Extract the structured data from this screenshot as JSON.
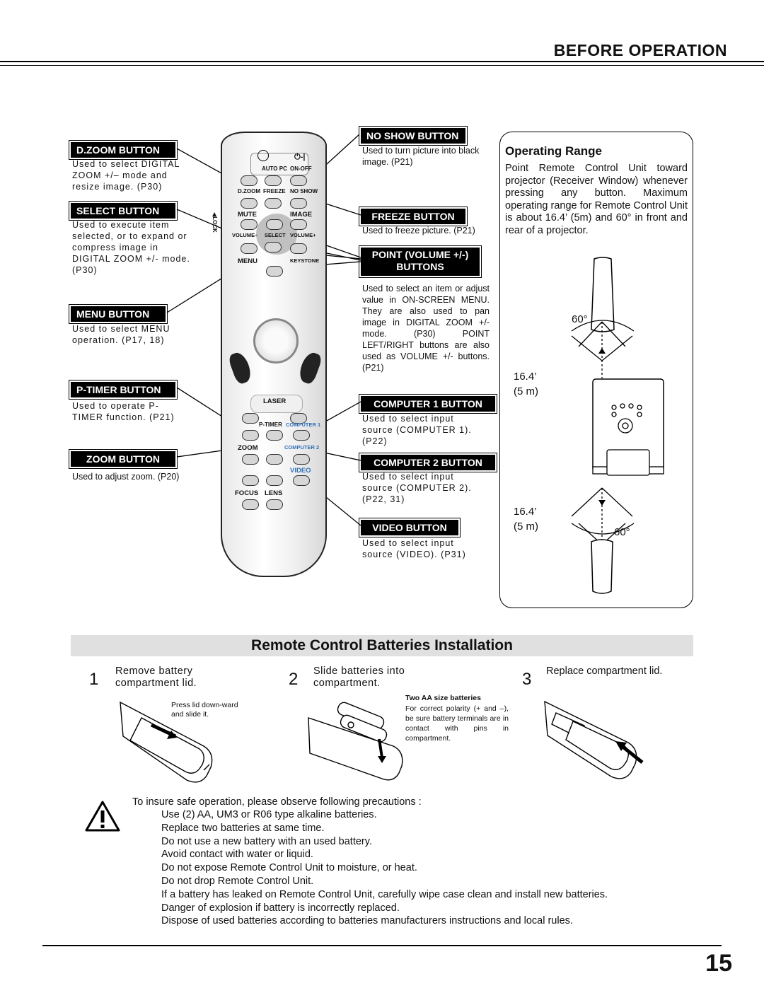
{
  "header": {
    "title": "BEFORE OPERATION"
  },
  "left_labels": {
    "dzoom": {
      "label": "D.ZOOM BUTTON",
      "desc": "Used to select DIGITAL ZOOM +/– mode and resize image. (P30)"
    },
    "select": {
      "label": "SELECT BUTTON",
      "desc": "Used to execute item selected, or to expand or compress image in DIGITAL ZOOM +/- mode. (P30)"
    },
    "menu": {
      "label": "MENU BUTTON",
      "desc": "Used to select MENU operation. (P17, 18)"
    },
    "ptimer": {
      "label": "P-TIMER BUTTON",
      "desc": "Used to operate P-TIMER function. (P21)"
    },
    "zoom": {
      "label": "ZOOM BUTTON",
      "desc": "Used to adjust zoom. (P20)"
    }
  },
  "right_labels": {
    "noshow": {
      "label": "NO SHOW BUTTON",
      "desc": "Used to turn picture into black image. (P21)"
    },
    "freeze": {
      "label": "FREEZE BUTTON",
      "desc": "Used to freeze picture. (P21)"
    },
    "point": {
      "label_line1": "POINT (VOLUME +/-)",
      "label_line2": "BUTTONS",
      "desc": "Used to select an item or adjust value in ON-SCREEN MENU. They are also used to pan image in DIGITAL ZOOM +/- mode. (P30) POINT LEFT/RIGHT buttons are also used as VOLUME +/- buttons. (P21)"
    },
    "computer1": {
      "label": "COMPUTER 1 BUTTON",
      "desc": "Used to select input source (COMPUTER 1). (P22)"
    },
    "computer2": {
      "label": "COMPUTER 2 BUTTON",
      "desc": "Used to select input source (COMPUTER 2). (P22, 31)"
    },
    "video": {
      "label": "VIDEO BUTTON",
      "desc": "Used to select input source (VIDEO). (P31)"
    }
  },
  "remote": {
    "auto_pc": "AUTO PC",
    "on_off": "ON-OFF",
    "dzoom": "D.ZOOM",
    "freeze": "FREEZE",
    "noshow": "NO SHOW",
    "mute": "MUTE",
    "image": "IMAGE",
    "lock": "◀LOCK",
    "volume_minus": "VOLUME–",
    "select": "SELECT",
    "volume_plus": "VOLUME+",
    "menu": "MENU",
    "keystone": "KEYSTONE",
    "laser": "LASER",
    "ptimer": "P-TIMER",
    "computer1": "COMPUTER 1",
    "zoom": "ZOOM",
    "computer2": "COMPUTER 2",
    "video": "VIDEO",
    "focus": "FOCUS",
    "lens": "LENS",
    "power_symbol": "⏻-|"
  },
  "operating_range": {
    "title": "Operating Range",
    "text": "Point Remote Control Unit toward projector (Receiver Window) whenever pressing any button. Maximum operating range for Remote Control Unit is about 16.4’ (5m) and 60° in front and rear of a projector.",
    "angle_top": "60°",
    "dist_top": "16.4’",
    "dist_top_m": "(5 m)",
    "dist_bottom": "16.4’",
    "dist_bottom_m": "(5 m)",
    "angle_bottom": "60°"
  },
  "batteries": {
    "title": "Remote Control Batteries Installation",
    "step1": {
      "num": "1",
      "text": "Remove battery compartment lid.",
      "note": "Press lid down-ward and slide it."
    },
    "step2": {
      "num": "2",
      "text": "Slide batteries into compartment.",
      "note_title": "Two AA size batteries",
      "note": "For correct polarity (+ and –), be sure battery terminals are in contact with pins in compartment."
    },
    "step3": {
      "num": "3",
      "text": "Replace compartment lid."
    }
  },
  "warning": {
    "intro": "To insure safe operation, please observe following precautions :",
    "items": [
      "Use (2) AA, UM3 or R06 type alkaline batteries.",
      "Replace two batteries at same time.",
      "Do not use a new battery with an used battery.",
      "Avoid contact with water or liquid.",
      "Do not expose Remote Control Unit to moisture, or heat.",
      "Do not drop Remote Control Unit.",
      "If a battery has leaked on Remote Control Unit, carefully wipe case clean and install new batteries.",
      "Danger of explosion if battery is incorrectly replaced.",
      "Dispose of used batteries according to batteries manufacturers instructions and local rules."
    ]
  },
  "page_number": "15"
}
